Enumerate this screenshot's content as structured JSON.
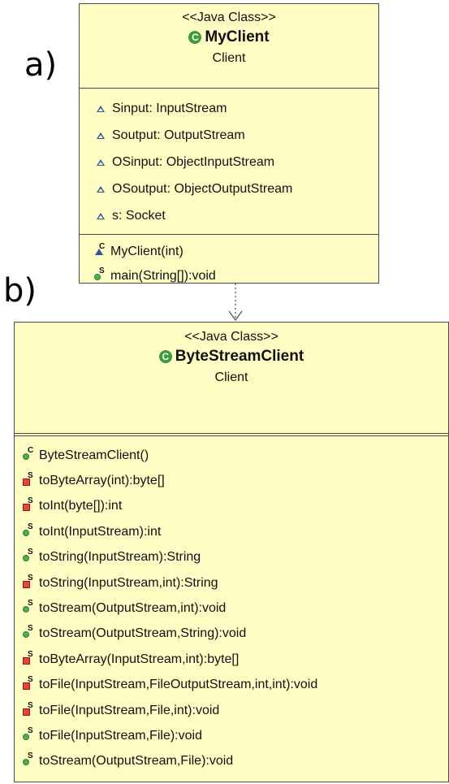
{
  "labels": {
    "a": "a)",
    "b": "b)"
  },
  "class_a": {
    "stereotype": "<<Java Class>>",
    "name": "MyClient",
    "package": "Client",
    "attributes": [
      "Sinput: InputStream",
      "Soutput: OutputStream",
      "OSinput: ObjectInputStream",
      "OSoutput: ObjectOutputStream",
      "s: Socket"
    ],
    "methods": [
      {
        "text": "MyClient(int)",
        "icon": "constructor-package",
        "sup": "C"
      },
      {
        "text": "main(String[]):void",
        "icon": "public-static-method",
        "sup": "S"
      }
    ]
  },
  "class_b": {
    "stereotype": "<<Java Class>>",
    "name": "ByteStreamClient",
    "package": "Client",
    "methods": [
      {
        "text": "ByteStreamClient()",
        "icon": "public-constructor",
        "sup": "C"
      },
      {
        "text": "toByteArray(int):byte[]",
        "icon": "private-static-method",
        "sup": "S"
      },
      {
        "text": "toInt(byte[]):int",
        "icon": "private-static-method",
        "sup": "S"
      },
      {
        "text": "toInt(InputStream):int",
        "icon": "public-static-method",
        "sup": "S"
      },
      {
        "text": "toString(InputStream):String",
        "icon": "public-static-method",
        "sup": "S"
      },
      {
        "text": "toString(InputStream,int):String",
        "icon": "private-static-method",
        "sup": "S"
      },
      {
        "text": "toStream(OutputStream,int):void",
        "icon": "public-static-method",
        "sup": "S"
      },
      {
        "text": "toStream(OutputStream,String):void",
        "icon": "public-static-method",
        "sup": "S"
      },
      {
        "text": "toByteArray(InputStream,int):byte[]",
        "icon": "private-static-method",
        "sup": "S"
      },
      {
        "text": "toFile(InputStream,FileOutputStream,int,int):void",
        "icon": "private-static-method",
        "sup": "S"
      },
      {
        "text": "toFile(InputStream,File,int):void",
        "icon": "private-static-method",
        "sup": "S"
      },
      {
        "text": "toFile(InputStream,File):void",
        "icon": "public-static-method",
        "sup": "S"
      },
      {
        "text": "toStream(OutputStream,File):void",
        "icon": "public-static-method",
        "sup": "S"
      }
    ]
  },
  "class_icon_glyph": "C",
  "colors": {
    "box_fill": "#fffdc4",
    "border": "#4a4a4a",
    "public": "#4caf50",
    "private": "#e04545",
    "package": "#2b5797"
  }
}
